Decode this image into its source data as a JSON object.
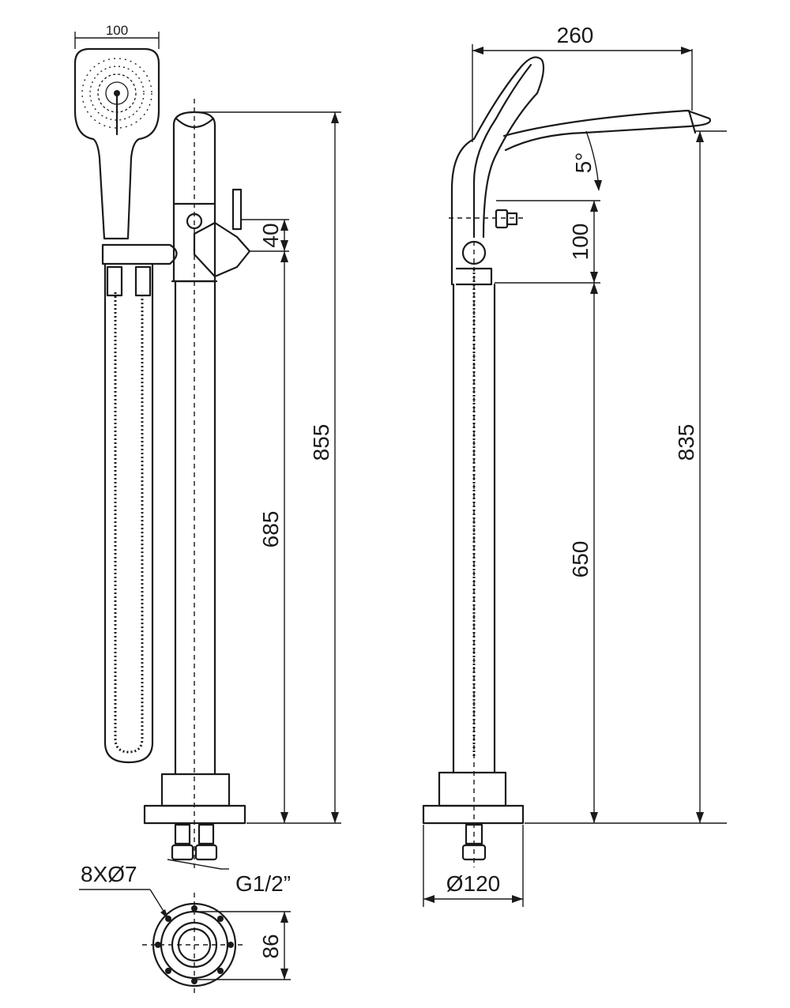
{
  "dimensions": {
    "head_width": "100",
    "overall_height_left": "855",
    "outlet_height_left": "685",
    "handle_offset": "40",
    "spout_reach": "260",
    "spout_angle": "5°",
    "handle_drop": "100",
    "outlet_height_right": "650",
    "overall_height_right": "835",
    "holes": "8XØ7",
    "thread": "G1/2”",
    "base_diameter": "Ø120",
    "flange": "86"
  }
}
